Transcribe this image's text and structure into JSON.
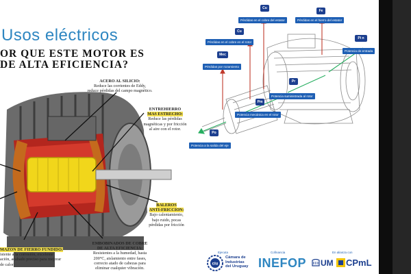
{
  "slide": {
    "title": "Usos eléctricos",
    "question_line1": "OR QUE ESTE MOTOR ES",
    "question_line2": "DE ALTA EFICIENCIA?"
  },
  "captions": {
    "acero_title": "ACERO AL SILICIO:",
    "acero_l1": "Reduce las corrientes de Eddy,",
    "acero_l2": "reduce pérdidas del campo magnético.",
    "entre_t1": "ENTREHIERRO",
    "entre_t2": "MAS ESTRECHO:",
    "entre_l1": "Reduce las pérdidas",
    "entre_l2": "magnéticas y por fricción",
    "entre_l3": "al aire con el rotor.",
    "bal_t1": "BALEROS",
    "bal_t2": "ANTI-FRICCION:",
    "bal_l1": "Bajo calentamiento,",
    "bal_l2": "bajo ruido, pocas",
    "bal_l3": "pérdidas por fricción",
    "emb_t1": "EMBOBINADOS DE COBRE",
    "emb_t2": "DE ALTA EFICIENCIA:",
    "emb_l1": "Resistentes a la humedad, hasta",
    "emb_l2": "200°C, aislamiento entre fases,",
    "emb_l3": "correcto atado de cabezas para",
    "emb_l4": "eliminar cualquier vibración.",
    "arm_t1": "MAZON DE FIERRO FUNDIDO:",
    "arm_l1": "istente a la corrosión, excelente",
    "arm_l2": "ación, acabado preciso para mejorar",
    "arm_l3": "de calor."
  },
  "diagram": {
    "badges": {
      "cu_top": "Cu",
      "fe": "Fe",
      "cu_rotor": "Cu",
      "pin": "Pi n",
      "mec": "Mec",
      "pr": "Pr",
      "pm": "Pm",
      "po": "Po"
    },
    "tags": {
      "estator_cu": "Pérdidas en el cobre del estator",
      "estator_fe": "Pérdidas en el hierro del estator",
      "rotor_cu": "Pérdidas en el cobre en el rotor",
      "entrada": "Potencia de entrada",
      "rozamiento": "Pérdidas por rozamiento",
      "suministrada": "Potencia suministrada al rotor",
      "mecanica": "Potencia mecánica en el rotor",
      "salida": "Potencia a la salida del eje"
    }
  },
  "footer": {
    "ejecuta": "Ejecuta",
    "camara_l1": "Cámara de",
    "camara_l2": "Industrias",
    "camara_l3": "del Uruguay",
    "cofinancia": "Cofinancia",
    "inefop": "INEFOP",
    "alianza": "En alianza con",
    "um": "UM",
    "cpml": "CPmL"
  },
  "colors": {
    "title_blue": "#2e86c1",
    "tag_blue": "#1e5fb4",
    "badge_navy": "#1c3f8f",
    "arrow_red": "#c0392b",
    "arrow_green": "#27ae60"
  }
}
